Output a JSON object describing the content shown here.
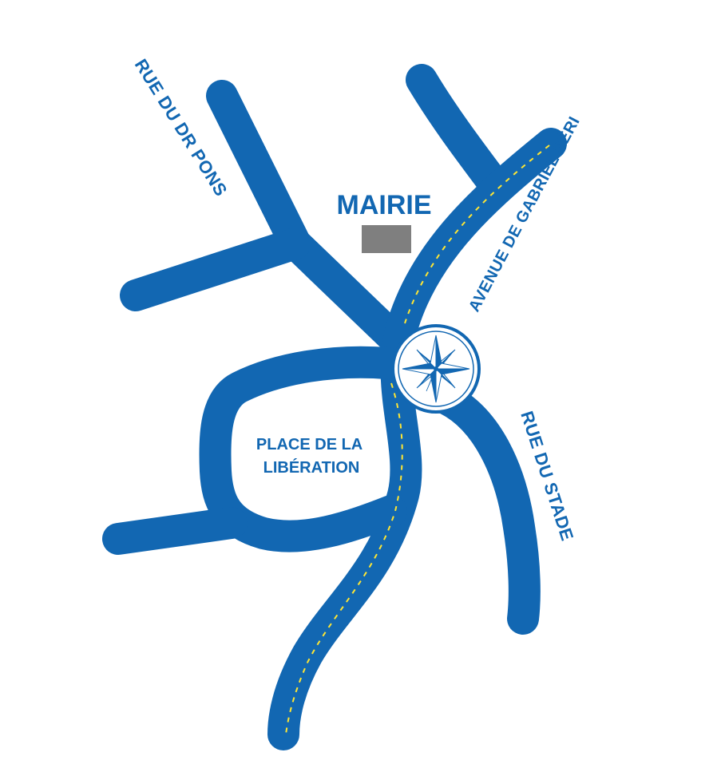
{
  "colors": {
    "road": "#1267b2",
    "route": "#ffe633",
    "building": "#7f7f7f",
    "label": "#1267b2",
    "compass_ring": "#1267b2",
    "compass_fill": "#ffffff"
  },
  "landmark": {
    "name": "MAIRIE"
  },
  "streets": {
    "rue_dr_pons": "RUE DU DR PONS",
    "avenue_gabriel_peri": "AVENUE DE GABRIEL PÉRI",
    "rue_stade": "RUE DU STADE"
  },
  "place": {
    "line1": "PLACE DE LA",
    "line2": "LIBÉRATION"
  },
  "icons": {
    "compass": "compass-rose-icon",
    "building": "building-icon"
  }
}
